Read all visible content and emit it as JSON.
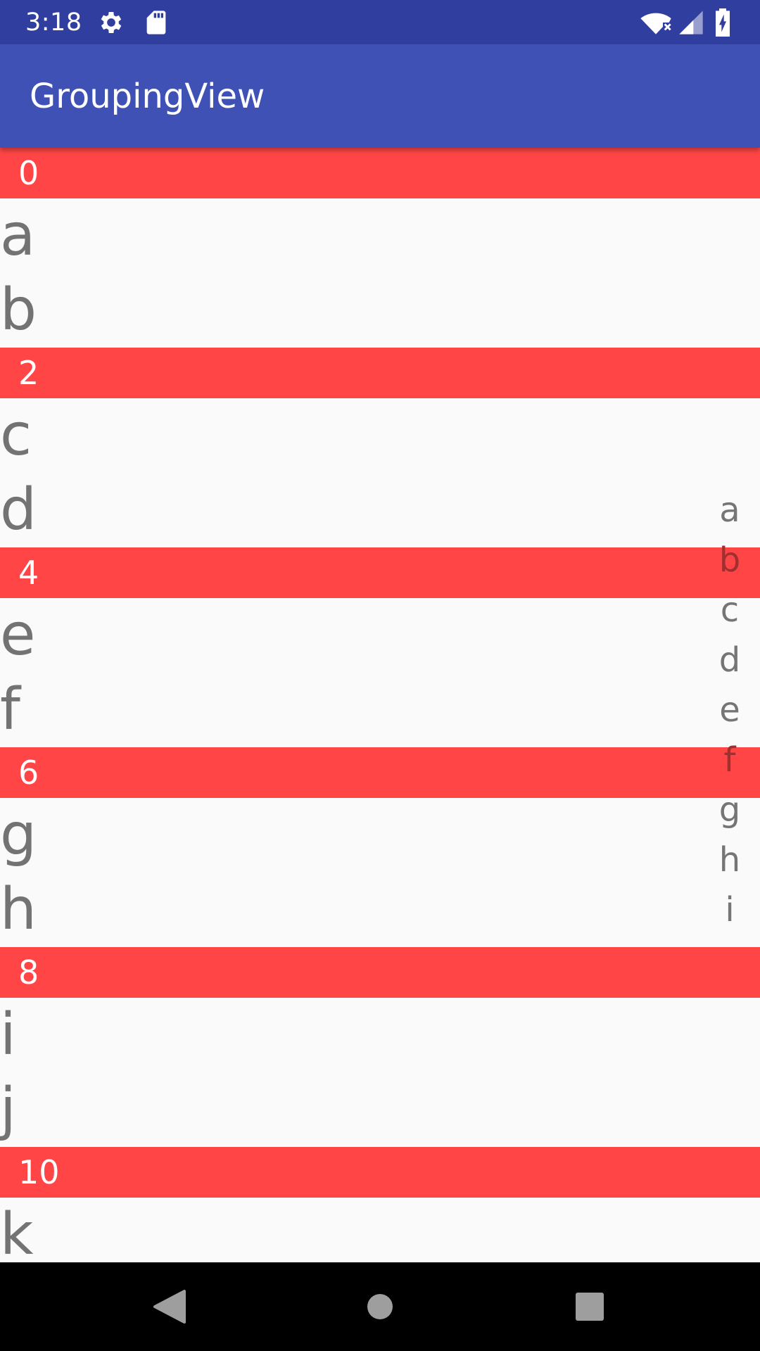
{
  "status_bar": {
    "time": "3:18",
    "icons": [
      "gear-icon",
      "sd-card-icon",
      "wifi-off-icon",
      "cell-signal-icon",
      "battery-charging-icon"
    ]
  },
  "app_bar": {
    "title": "GroupingView"
  },
  "list": {
    "groups": [
      {
        "header": "0",
        "items": [
          "a",
          "b"
        ]
      },
      {
        "header": "2",
        "items": [
          "c",
          "d"
        ]
      },
      {
        "header": "4",
        "items": [
          "e",
          "f"
        ]
      },
      {
        "header": "6",
        "items": [
          "g",
          "h"
        ]
      },
      {
        "header": "8",
        "items": [
          "i",
          "j"
        ]
      },
      {
        "header": "10",
        "items": [
          "k"
        ]
      }
    ]
  },
  "index_bar": {
    "letters": [
      "a",
      "b",
      "c",
      "d",
      "e",
      "f",
      "g",
      "h",
      "i"
    ],
    "highlighted": [
      "b",
      "f"
    ]
  },
  "nav_bar": {
    "buttons": [
      "back-icon",
      "home-icon",
      "recents-icon"
    ]
  },
  "colors": {
    "status_bar": "#303f9f",
    "app_bar": "#3f51b5",
    "group_header": "#ff4545",
    "item_text": "#737373",
    "background": "#fafafa"
  }
}
